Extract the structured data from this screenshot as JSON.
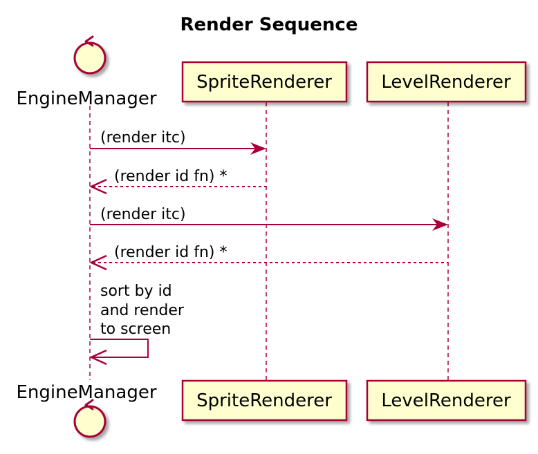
{
  "title": "Render Sequence",
  "participants": {
    "engine": "EngineManager",
    "sprite": "SpriteRenderer",
    "level": "LevelRenderer"
  },
  "messages": {
    "m1": "(render itc)",
    "m2": "(render id fn) *",
    "m3": "(render itc)",
    "m4": "(render id fn) *",
    "m5": [
      "sort by id",
      "and render",
      "to screen"
    ]
  },
  "colors": {
    "line": "#A80036",
    "box_fill": "#FEFECE",
    "shadow": "#bbbbbb"
  }
}
